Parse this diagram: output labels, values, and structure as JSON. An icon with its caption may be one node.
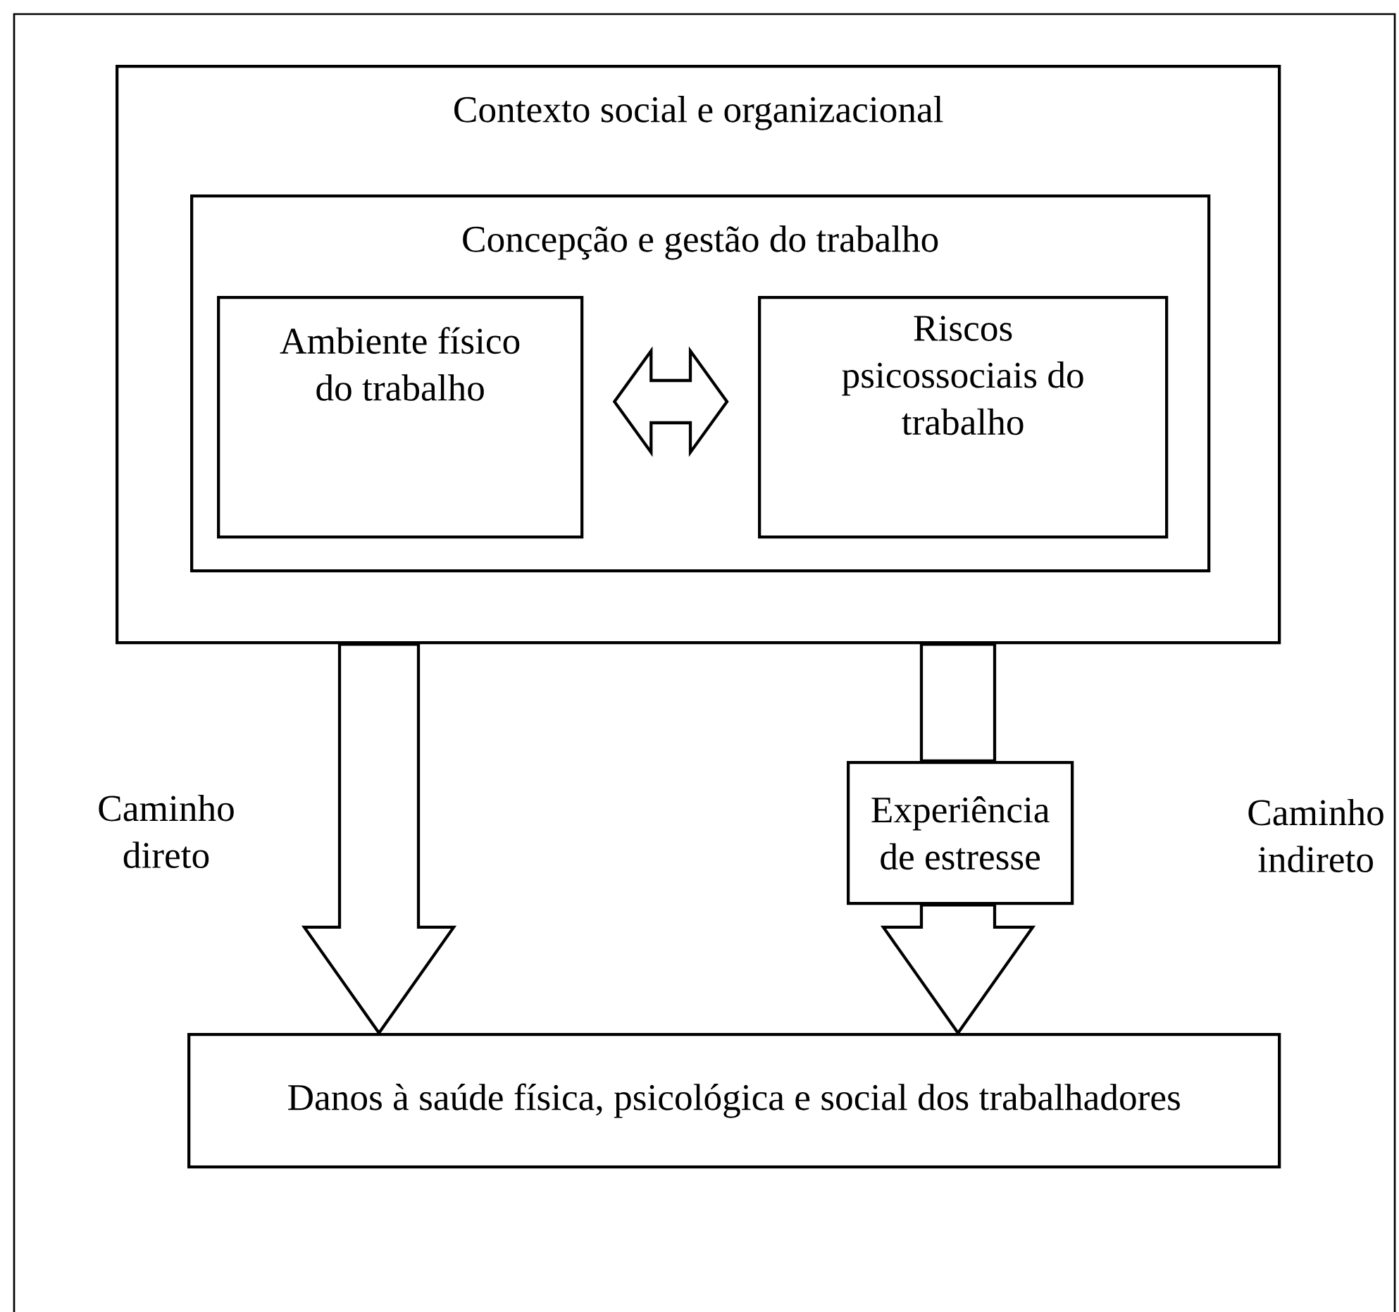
{
  "diagram": {
    "nodes": [
      {
        "text": [
          "Contexto social e organizacional"
        ]
      },
      {
        "text": [
          "Concepção e gestão do trabalho"
        ],
        "in": 0
      },
      {
        "text": [
          "Ambiente físico do trabalho"
        ],
        "in": 1
      },
      {
        "text": [
          "Riscos psicossociais do trabalho"
        ],
        "in": 1
      },
      {
        "text": [
          "Experiência de estresse"
        ]
      },
      {
        "text": [
          "Danos à saúde física, psicológica e social dos trabalhadores"
        ]
      }
    ],
    "edges": [
      {
        "from": 2,
        "to": 3,
        "arrow": "both"
      },
      {
        "from": 0,
        "to": 5,
        "arrow": "to"
      },
      {
        "from": 0,
        "to": 4,
        "arrow": "none"
      },
      {
        "from": 4,
        "to": 5,
        "arrow": "to"
      }
    ],
    "labels": [
      "Caminho direto",
      "Caminho indireto"
    ]
  }
}
